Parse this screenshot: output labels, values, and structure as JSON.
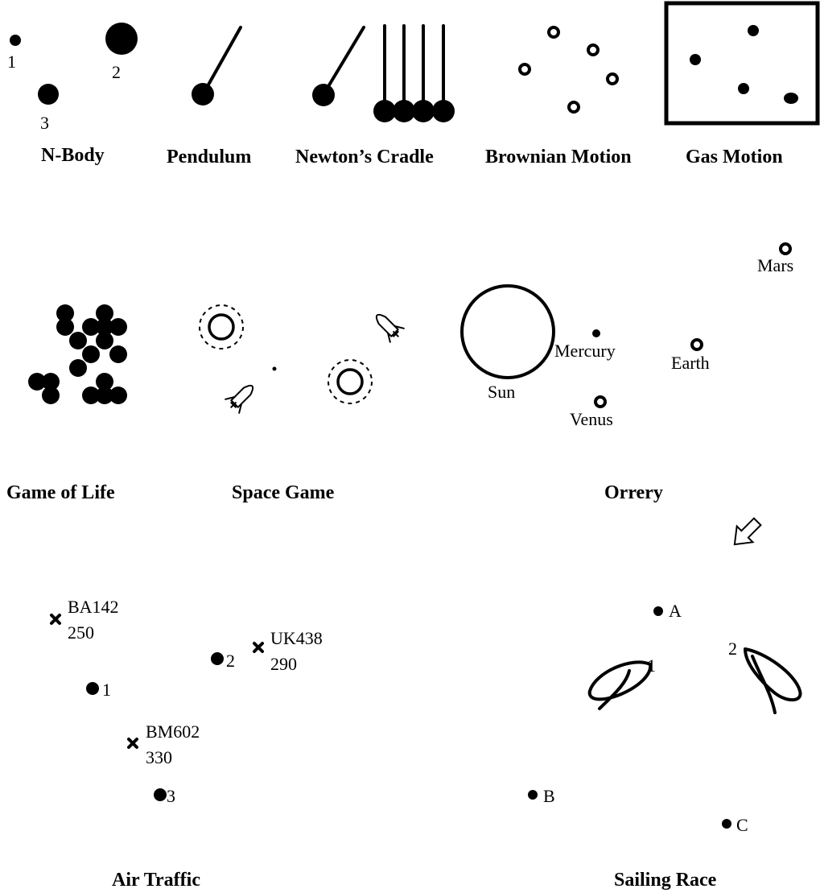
{
  "titles": {
    "nbody": "N-Body",
    "pendulum": "Pendulum",
    "cradle": "Newton’s Cradle",
    "brownian": "Brownian Motion",
    "gas": "Gas Motion",
    "life": "Game of Life",
    "space": "Space Game",
    "orrery": "Orrery",
    "air": "Air Traffic",
    "sailing": "Sailing Race"
  },
  "nbody": {
    "bodies": [
      "1",
      "2",
      "3"
    ]
  },
  "orrery": {
    "sun": "Sun",
    "planets": [
      "Mercury",
      "Venus",
      "Earth",
      "Mars"
    ]
  },
  "air": {
    "flights": [
      {
        "id": "BA142",
        "alt": "250"
      },
      {
        "id": "UK438",
        "alt": "290"
      },
      {
        "id": "BM602",
        "alt": "330"
      }
    ],
    "beacons": [
      "1",
      "2",
      "3"
    ]
  },
  "sailing": {
    "marks": [
      "A",
      "B",
      "C"
    ],
    "boats": [
      "1",
      "2"
    ]
  }
}
